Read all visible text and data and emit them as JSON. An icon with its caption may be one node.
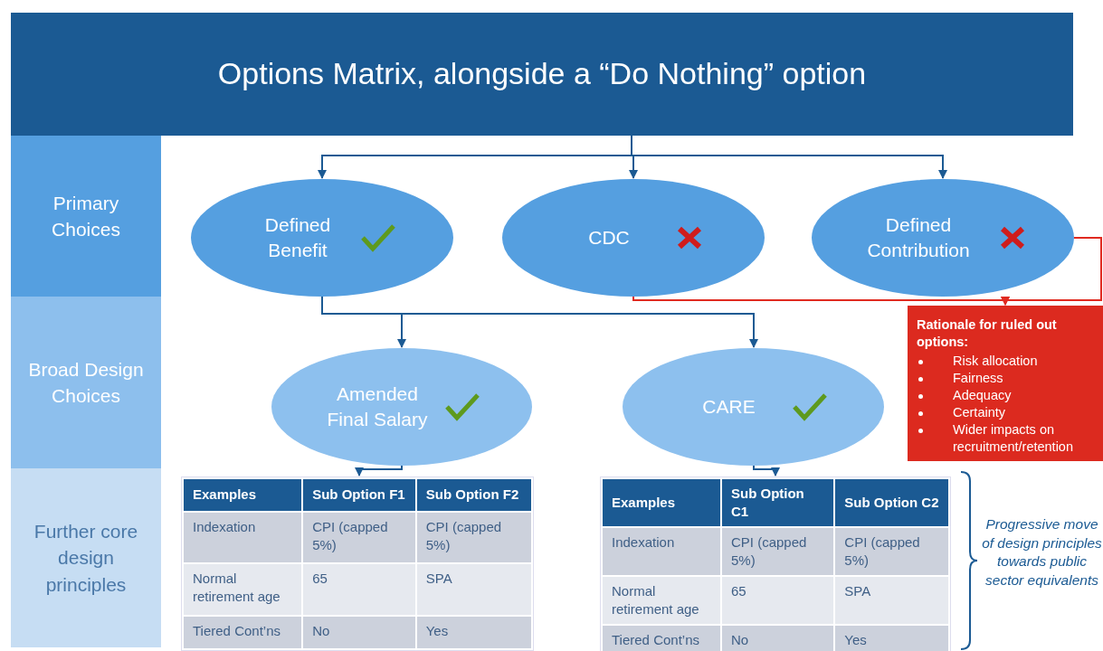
{
  "diagram": {
    "nodes": [
      {
        "text": [
          "Options Matrix, alongside a “Do Nothing” option"
        ]
      },
      {
        "text": [
          "Primary Choices"
        ]
      },
      {
        "text": [
          "Broad Design Choices"
        ]
      },
      {
        "text": [
          "Further core design principles"
        ]
      },
      {
        "text": [
          "Defined Benefit"
        ]
      },
      {
        "text": [
          "CDC"
        ]
      },
      {
        "text": [
          "Defined Contribution"
        ]
      },
      {
        "text": [
          "Amended Final Salary"
        ]
      },
      {
        "text": [
          "CARE"
        ]
      },
      {
        "text": [
          "Rationale for ruled out options:",
          "Risk allocation",
          "Fairness",
          "Adequacy",
          "Certainty",
          "Wider impacts on recruitment/retention"
        ]
      },
      {
        "text": [
          "Examples",
          "Sub Option F1",
          "Sub Option F2",
          "Indexation",
          "CPI (capped 5%)",
          "CPI (capped 5%)",
          "Normal retirement age",
          "65",
          "SPA",
          "Tiered Cont’ns",
          "No",
          "Yes"
        ]
      },
      {
        "text": [
          "Examples",
          "Sub Option C1",
          "Sub Option C2",
          "Indexation",
          "CPI (capped 5%)",
          "CPI (capped 5%)",
          "Normal retirement age",
          "65",
          "SPA",
          "Tiered Cont’ns",
          "No",
          "Yes"
        ]
      }
    ],
    "edges": [
      {
        "from": 0,
        "to": 4,
        "arrow": "to"
      },
      {
        "from": 0,
        "to": 5,
        "arrow": "to"
      },
      {
        "from": 0,
        "to": 6,
        "arrow": "to"
      },
      {
        "from": 4,
        "to": 7,
        "arrow": "to"
      },
      {
        "from": 4,
        "to": 8,
        "arrow": "to"
      },
      {
        "from": 7,
        "to": 10,
        "arrow": "to"
      },
      {
        "from": 8,
        "to": 11,
        "arrow": "to"
      },
      {
        "from": 5,
        "to": 9,
        "arrow": "to",
        "color": "#e02a20"
      },
      {
        "from": 6,
        "to": 9,
        "arrow": "to",
        "color": "#e02a20"
      }
    ],
    "labels": [
      "Progressive move of design principles towards public sector equivalents"
    ]
  }
}
